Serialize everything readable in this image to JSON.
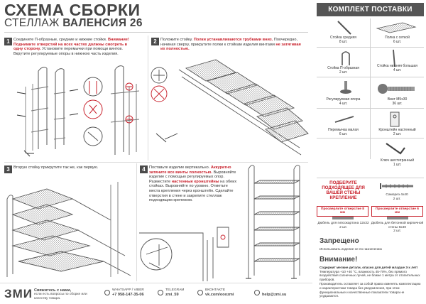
{
  "header": {
    "title": "СХЕМА СБОРКИ",
    "subtitle_prefix": "СТЕЛЛАЖ",
    "subtitle_model": "ВАЛЕНСИЯ 26"
  },
  "steps": [
    {
      "number": "1",
      "text_1": "Соедините П-образные, средние и нижние стойки.",
      "text_red": "Внимание! Поднимите отверстий на всех частях должны смотреть в одну сторону.",
      "text_2": "Установите перемычки при помощи винтов. Вкрутите регулируемые опоры в нижнюю часть изделия."
    },
    {
      "number": "2",
      "text_1": "Положите стойку.",
      "text_red": "Полки устанавливаются трубками вниз.",
      "text_2": "Поочередно, начиная сверху, прикрутите полки к стойкам изделия винтами",
      "text_red_2": "не затягивая их полностью."
    },
    {
      "number": "3",
      "text_1": "Вторую стойку прикрутите так же, как первую."
    },
    {
      "number": "4",
      "text_1": "Поставьте изделие вертикально.",
      "text_red": "Аккуратно затяните все винты полностью.",
      "text_2": "Выровняйте изделие с помощью регулируемых опор. Разместите",
      "text_red_2": "настенные кронштейны",
      "text_3": "на обеих стойках. Выровняйте по уровню. Отметьте места крепления через кронштейн. Сделайте отверстия в стене и закрепите стеллаж подходящим крепежом."
    }
  ],
  "kit": {
    "header": "КОМПЛЕКТ ПОСТАВКИ",
    "items": [
      {
        "name": "Стойка средняя",
        "qty": "8 шт."
      },
      {
        "name": "Полка с сеткой",
        "qty": "6 шт."
      },
      {
        "name": "Стойка П-образная",
        "qty": "2 шт."
      },
      {
        "name": "Стойка нижняя большая",
        "qty": "4 шт."
      },
      {
        "name": "Регулируемая опора",
        "qty": "4 шт."
      },
      {
        "name": "Винт М5х30",
        "qty": "36 шт."
      },
      {
        "name": "Перемычка малая",
        "qty": "6 шт."
      },
      {
        "name": "Кронштейн настенный",
        "qty": "2 шт."
      },
      {
        "name": "Ключ шестигранный",
        "qty": "1 шт."
      }
    ],
    "wall_title": "ПОДБЕРИТЕ ПОДХОДЯЩЕЕ ДЛЯ ВАШЕЙ СТЕНЫ КРЕПЛЕНИЕ",
    "screw": {
      "name": "Саморез 4х40",
      "qty": "2 шт."
    },
    "drill_left": {
      "warn": "Просверлите отверстие 8 мм",
      "name": "Дюбель для гипсокартона 12х32",
      "qty": "2 шт."
    },
    "drill_right": {
      "warn": "Просверлите отверстие 6 мм",
      "name": "Дюбель для бетонной кирпичной стены 6х40",
      "qty": "2 шт."
    }
  },
  "warnings": {
    "forbidden_title": "Запрещено",
    "forbidden_text": "Использовать изделие не по назначению",
    "attention_title": "Внимание!",
    "attention_1": "Содержит мелкие детали, опасно для детей младше 3-х лет!",
    "attention_2": "Температура +10 +40 °С, влажность 45-70%, без прямого воздействия солнечных лучей, не ближе 1 метра от отопительных приборов.",
    "attention_3": "Производитель оставляет за собой право изменять комплектацию и характеристики товара без уведомления, при этом функциональные и качественные показатели товара не ухудшаются."
  },
  "footer": {
    "brand": "ЗМИ",
    "contact_title": "Свяжитесь с нами,",
    "contact_text": "если есть вопросы по сборке или качеству товара.",
    "whatsapp_label": "WHATSAPP / VIBER",
    "whatsapp_value": "+7 958-147-35-06",
    "telegram_label": "TELEGRAM",
    "telegram_value": "zmi_59",
    "vk_label": "ВКОНТАКТЕ",
    "vk_value": "vk.com/ooozmi",
    "email_value": "help@zmi.su"
  },
  "colors": {
    "accent_red": "#c8202b",
    "dark": "#4a4a4a",
    "header_bg": "#555555"
  }
}
